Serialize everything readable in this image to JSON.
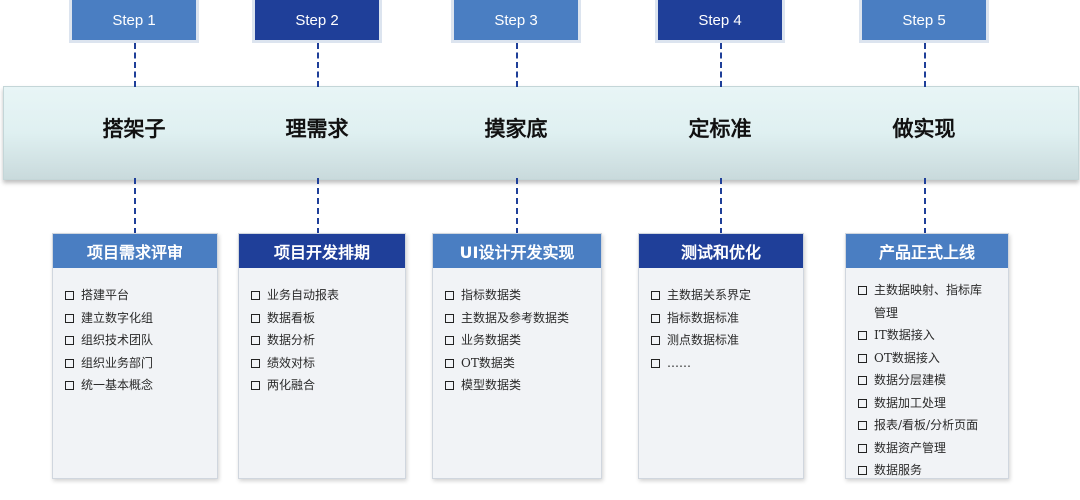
{
  "colors": {
    "step_light": "#4a7ec2",
    "step_dark": "#1f3f99",
    "band": "#dff0f1",
    "card_bg": "#f1f3f6",
    "connector": "#1f3f99"
  },
  "steps": [
    {
      "step": "Step 1",
      "phase": "搭架子",
      "title": "项目需求评审",
      "variant": "light",
      "items": [
        "搭建平台",
        "建立数字化组",
        "组织技术团队",
        "组织业务部门",
        "统一基本概念"
      ]
    },
    {
      "step": "Step 2",
      "phase": "理需求",
      "title": "项目开发排期",
      "variant": "dark",
      "items": [
        "业务自动报表",
        "数据看板",
        "数据分析",
        "绩效对标",
        "两化融合"
      ]
    },
    {
      "step": "Step 3",
      "phase": "摸家底",
      "title": "UI设计开发实现",
      "variant": "light",
      "items": [
        "指标数据类",
        "主数据及参考数据类",
        "业务数据类",
        "OT数据类",
        "模型数据类"
      ]
    },
    {
      "step": "Step 4",
      "phase": "定标准",
      "title": "测试和优化",
      "variant": "dark",
      "items": [
        "主数据关系界定",
        "指标数据标准",
        "测点数据标准",
        "……"
      ]
    },
    {
      "step": "Step 5",
      "phase": "做实现",
      "title": "产品正式上线",
      "variant": "light",
      "items": [
        "主数据映射、指标库",
        "管理",
        "IT数据接入",
        "OT数据接入",
        "数据分层建模",
        "数据加工处理",
        "报表/看板/分析页面",
        "数据资产管理",
        "数据服务"
      ]
    }
  ]
}
